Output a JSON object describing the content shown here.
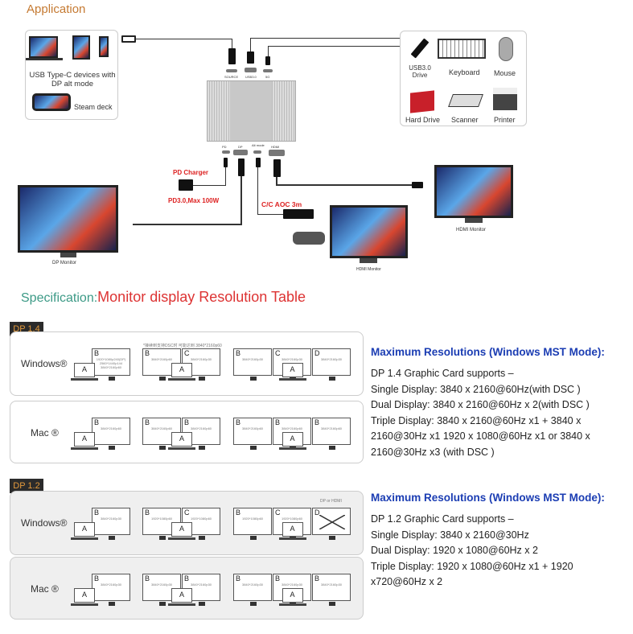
{
  "application": {
    "title": "Application",
    "source_devices": {
      "label": "USB Type-C devices with DP alt mode",
      "steam_deck": "Steam deck"
    },
    "hub_ports_top": [
      "SOURCE",
      "USB3.0",
      "5G"
    ],
    "hub_ports_bottom": [
      "PD",
      "DP",
      "Alt mode",
      "HDMI"
    ],
    "peripherals": [
      "USB3.0 Drive",
      "Keyboard",
      "Mouse",
      "Hard Drive",
      "Scanner",
      "Printer"
    ],
    "pd_charger": "PD Charger",
    "pd_spec": "PD3.0,Max 100W",
    "aoc_cable": "C/C  AOC  3m",
    "dp_monitor": "DP Monitor",
    "hdmi_monitor": "HDMI Monitor",
    "hdmi_monitor_2": "HDMI Monitor"
  },
  "spec": {
    "prefix": "Specification:",
    "title": "Monitor display Resolution  Table"
  },
  "tables": [
    {
      "tab": "DP 1.4",
      "note": "*接续到支持DSC时 可能达到 3840*2160p60",
      "rows": [
        {
          "os": "Windows®",
          "configs": [
            [
              {
                "l": "B",
                "r": "1920*1080p240(DP) 2560*1440p144 3840*2160p60"
              }
            ],
            [
              {
                "l": "B",
                "r": "3840*2160p60"
              },
              {
                "l": "C",
                "r": "3840*2160p30"
              }
            ],
            [
              {
                "l": "B",
                "r": "3840*2160p30"
              },
              {
                "l": "C",
                "r": "3840*2160p30"
              },
              {
                "l": "D",
                "r": "3840*2160p30"
              }
            ]
          ]
        },
        {
          "os": "Mac ®",
          "configs": [
            [
              {
                "l": "B",
                "r": "3840*2160p60"
              }
            ],
            [
              {
                "l": "B",
                "r": "3840*2160p60"
              },
              {
                "l": "B",
                "r": "3840*2160p60"
              }
            ],
            [
              {
                "l": "B",
                "r": "3840*2160p60"
              },
              {
                "l": "B",
                "r": "3840*2160p60"
              },
              {
                "l": "B",
                "r": "3840*2160p60"
              }
            ]
          ]
        }
      ]
    },
    {
      "tab": "DP 1.2",
      "note": "DP or HDMI",
      "rows": [
        {
          "os": "Windows®",
          "configs": [
            [
              {
                "l": "B",
                "r": "3840*2160p30"
              }
            ],
            [
              {
                "l": "B",
                "r": "1920*1080p60"
              },
              {
                "l": "C",
                "r": "1920*1080p60"
              }
            ],
            [
              {
                "l": "B",
                "r": "1920*1080p60"
              },
              {
                "l": "C",
                "r": "1920*1080p60"
              },
              {
                "l": "D",
                "r": "",
                "x": true
              }
            ]
          ]
        },
        {
          "os": "Mac ®",
          "configs": [
            [
              {
                "l": "B",
                "r": "3840*2160p30"
              }
            ],
            [
              {
                "l": "B",
                "r": "3840*2160p30"
              },
              {
                "l": "B",
                "r": "3840*2160p30"
              }
            ],
            [
              {
                "l": "B",
                "r": "3840*2160p30"
              },
              {
                "l": "B",
                "r": "3840*2160p30"
              },
              {
                "l": "B",
                "r": "3840*2160p30"
              }
            ]
          ]
        }
      ]
    }
  ],
  "laptop_label": "A",
  "max_res": [
    {
      "heading": "Maximum Resolutions (Windows MST Mode):",
      "lines": [
        "DP 1.4 Graphic Card supports –",
        "Single Display: 3840 x 2160@60Hz(with DSC )",
        "Dual Display: 3840 x 2160@60Hz x 2(with DSC )",
        "Triple Display: 3840 x 2160@60Hz x1 + 3840 x",
        "2160@30Hz  x1 1920 x 1080@60Hz x1 or  3840 x",
        "2160@30Hz  x3 (with DSC )"
      ]
    },
    {
      "heading": "Maximum Resolutions (Windows MST Mode):",
      "lines": [
        "DP 1.2 Graphic Card supports –",
        "Single Display: 3840 x 2160@30Hz",
        "Dual Display: 1920 x 1080@60Hz x 2",
        "Triple Display: 1920 x 1080@60Hz x1 + 1920",
        "x720@60Hz x 2"
      ]
    }
  ]
}
